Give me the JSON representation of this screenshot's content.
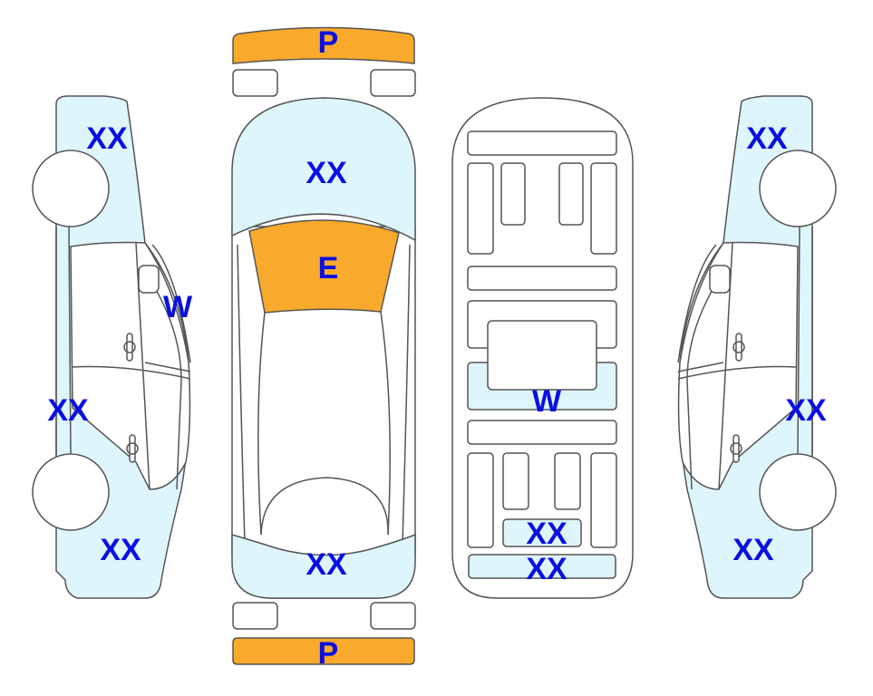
{
  "colors": {
    "damage_light": "#dff5fc",
    "damage_orange": "#f9a92b",
    "label": "#0a10e0",
    "outline": "#555555"
  },
  "left_view": {
    "labels": [
      "XX",
      "W",
      "XX",
      "XX"
    ]
  },
  "top_view": {
    "front_bumper": "P",
    "hood": "XX",
    "windshield": "E",
    "trunk": "XX",
    "rear_bumper": "P"
  },
  "underside_view": {
    "labels": [
      "W",
      "XX",
      "XX"
    ]
  },
  "right_view": {
    "labels": [
      "XX",
      "XX",
      "XX"
    ]
  }
}
